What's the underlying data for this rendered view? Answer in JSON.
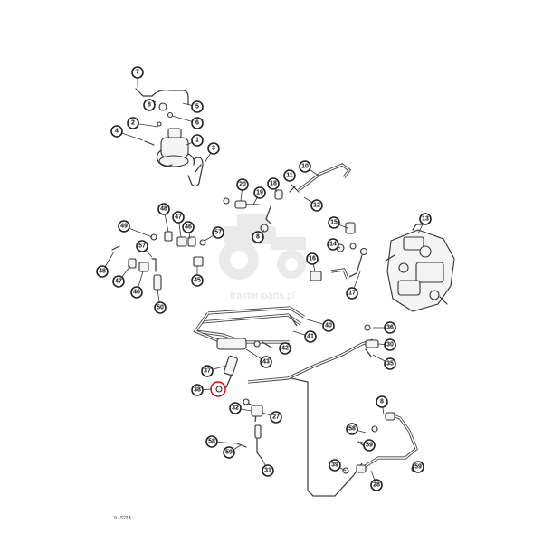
{
  "watermark": {
    "text": "traktor-parts.pl"
  },
  "figure_ref": "9 - 522A",
  "highlight_color": "#e00000",
  "callouts": [
    {
      "id": "c7",
      "label": "7"
    },
    {
      "id": "c8a",
      "label": "8"
    },
    {
      "id": "c5",
      "label": "5"
    },
    {
      "id": "c2",
      "label": "2"
    },
    {
      "id": "c6",
      "label": "6"
    },
    {
      "id": "c4",
      "label": "4"
    },
    {
      "id": "c1",
      "label": "1"
    },
    {
      "id": "c3",
      "label": "3"
    },
    {
      "id": "c10",
      "label": "10"
    },
    {
      "id": "c11",
      "label": "11"
    },
    {
      "id": "c18",
      "label": "18"
    },
    {
      "id": "c20",
      "label": "20"
    },
    {
      "id": "c19",
      "label": "19"
    },
    {
      "id": "c12",
      "label": "12"
    },
    {
      "id": "c8b",
      "label": "8"
    },
    {
      "id": "c49",
      "label": "49"
    },
    {
      "id": "c48a",
      "label": "48"
    },
    {
      "id": "c47a",
      "label": "47"
    },
    {
      "id": "c46a",
      "label": "46"
    },
    {
      "id": "c57a",
      "label": "57"
    },
    {
      "id": "c45",
      "label": "45"
    },
    {
      "id": "c57b",
      "label": "57"
    },
    {
      "id": "c48b",
      "label": "48"
    },
    {
      "id": "c47b",
      "label": "47"
    },
    {
      "id": "c46b",
      "label": "46"
    },
    {
      "id": "c50",
      "label": "50"
    },
    {
      "id": "c15",
      "label": "15"
    },
    {
      "id": "c14",
      "label": "14"
    },
    {
      "id": "c16",
      "label": "16"
    },
    {
      "id": "c17",
      "label": "17"
    },
    {
      "id": "c13",
      "label": "13"
    },
    {
      "id": "c40",
      "label": "40"
    },
    {
      "id": "c41",
      "label": "41"
    },
    {
      "id": "c42",
      "label": "42"
    },
    {
      "id": "c43",
      "label": "43"
    },
    {
      "id": "c36",
      "label": "36"
    },
    {
      "id": "c30",
      "label": "30"
    },
    {
      "id": "c35",
      "label": "35"
    },
    {
      "id": "c37",
      "label": "37"
    },
    {
      "id": "c38",
      "label": "38"
    },
    {
      "id": "c32",
      "label": "32"
    },
    {
      "id": "c27",
      "label": "27"
    },
    {
      "id": "c8c",
      "label": "8"
    },
    {
      "id": "c59a",
      "label": "59"
    },
    {
      "id": "c58a",
      "label": "58"
    },
    {
      "id": "c58b",
      "label": "58"
    },
    {
      "id": "c59b",
      "label": "59"
    },
    {
      "id": "c31",
      "label": "31"
    },
    {
      "id": "c39",
      "label": "39"
    },
    {
      "id": "c28",
      "label": "28"
    },
    {
      "id": "c59c",
      "label": "59"
    }
  ]
}
